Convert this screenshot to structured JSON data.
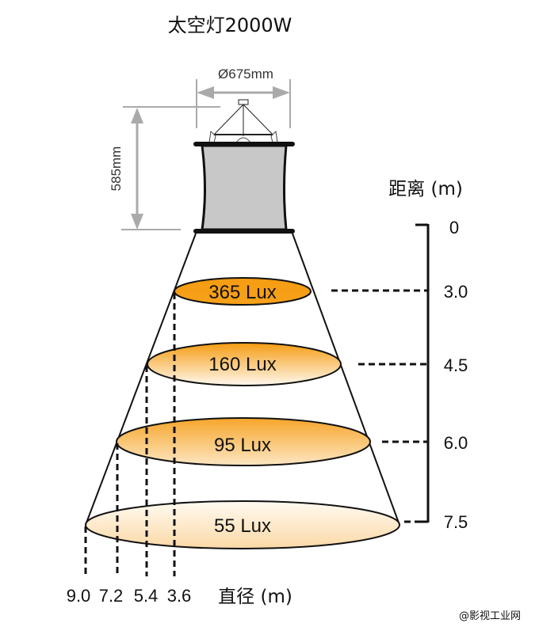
{
  "title": "太空灯2000W",
  "dimensions": {
    "diameter": "Ø675mm",
    "height": "585mm"
  },
  "distance_axis": {
    "label": "距离 (m)",
    "ticks": [
      "0",
      "3.0",
      "4.5",
      "6.0",
      "7.5"
    ]
  },
  "diameter_axis": {
    "label": "直径 (m)",
    "ticks": [
      "9.0",
      "7.2",
      "5.4",
      "3.6"
    ]
  },
  "levels": [
    {
      "distance_m": 3.0,
      "diameter_m": 3.6,
      "lux": "365 Lux"
    },
    {
      "distance_m": 4.5,
      "diameter_m": 5.4,
      "lux": "160 Lux"
    },
    {
      "distance_m": 6.0,
      "diameter_m": 7.2,
      "lux": "95 Lux"
    },
    {
      "distance_m": 7.5,
      "diameter_m": 9.0,
      "lux": "55 Lux"
    }
  ],
  "colors": {
    "orange": "#f59c12",
    "lamp_gray": "#c8c8c8",
    "dim_gray": "#aaaaaa"
  },
  "watermark": "@影视工业网"
}
